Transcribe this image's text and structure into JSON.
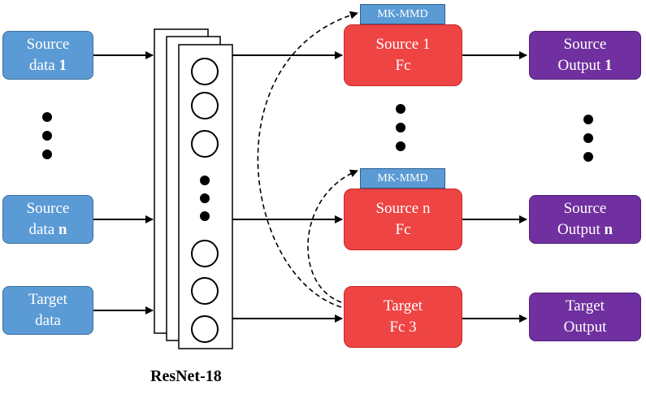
{
  "sources": [
    {
      "line1": "Source",
      "line2": "data",
      "index": "1"
    },
    {
      "line1": "Source",
      "line2": "data",
      "index": "n"
    }
  ],
  "target_input": {
    "line1": "Target",
    "line2": "data"
  },
  "fc_blocks": [
    {
      "line1": "Source 1",
      "line2": "Fc"
    },
    {
      "line1": "Source n",
      "line2": "Fc"
    },
    {
      "line1": "Target",
      "line2": "Fc 3"
    }
  ],
  "outputs": [
    {
      "line1": "Source",
      "line2": "Output",
      "index": "1"
    },
    {
      "line1": "Source",
      "line2": "Output",
      "index": "n"
    },
    {
      "line1": "Target",
      "line2": "Output",
      "index": ""
    }
  ],
  "mmd_labels": [
    "MK-MMD",
    "MK-MMD"
  ],
  "network_label": "ResNet-18",
  "colors": {
    "input": "#5b9bd5",
    "fc": "#ef4444",
    "output": "#7030a0",
    "mmd": "#5b9bd5"
  }
}
